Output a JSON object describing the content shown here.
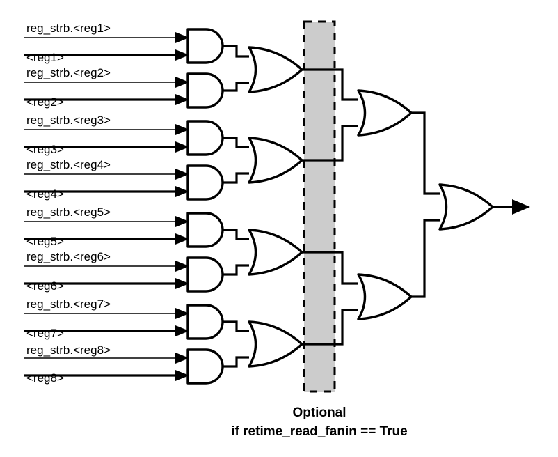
{
  "diagram": {
    "title": "read fanin OR-reduction tree",
    "colors": {
      "wire": "#000000",
      "gate_fill": "#ffffff",
      "optional_fill": "#cccccc",
      "background": "#ffffff"
    },
    "inputs": [
      {
        "strobe": "reg_strb.<reg1>",
        "data": "<reg1>"
      },
      {
        "strobe": "reg_strb.<reg2>",
        "data": "<reg2>"
      },
      {
        "strobe": "reg_strb.<reg3>",
        "data": "<reg3>"
      },
      {
        "strobe": "reg_strb.<reg4>",
        "data": "<reg4>"
      },
      {
        "strobe": "reg_strb.<reg5>",
        "data": "<reg5>"
      },
      {
        "strobe": "reg_strb.<reg6>",
        "data": "<reg6>"
      },
      {
        "strobe": "reg_strb.<reg7>",
        "data": "<reg7>"
      },
      {
        "strobe": "reg_strb.<reg8>",
        "data": "<reg8>"
      }
    ],
    "gates": {
      "and_count": 8,
      "or_level1_count": 4,
      "or_level2_count": 2,
      "or_level3_count": 1,
      "and_label": "AND",
      "or_label": "OR"
    },
    "optional_region": {
      "line1": "Optional",
      "line2": "if retime_read_fanin == True"
    },
    "output": {
      "label": ""
    }
  }
}
